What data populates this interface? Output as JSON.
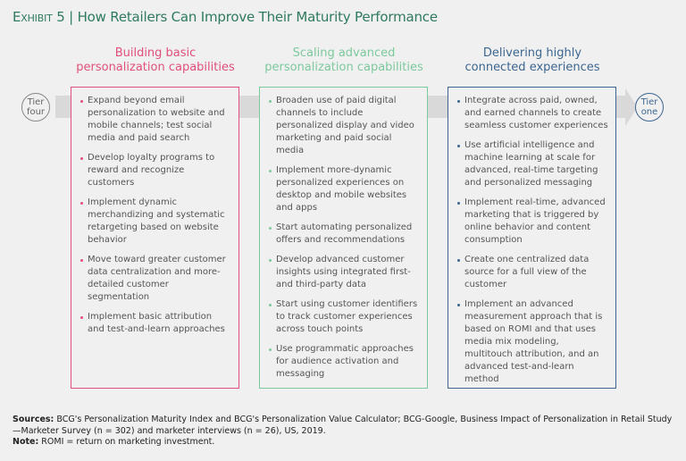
{
  "title": {
    "exhibit": "Exhibit 5",
    "separator": "|",
    "text": "How Retailers Can Improve Their Maturity Performance"
  },
  "tiers": {
    "start": [
      "Tier",
      "four"
    ],
    "end": [
      "Tier",
      "one"
    ]
  },
  "columns": [
    {
      "heading": [
        "Building basic",
        "personalization capabilities"
      ],
      "color": "#e0507a",
      "items": [
        "Expand beyond email personalization to website and mobile channels; test social media and paid search",
        "Develop loyalty programs to reward and recognize customers",
        "Implement dynamic merchandizing and systematic retargeting based on website behavior",
        "Move toward greater customer data centralization and more-detailed customer segmentation",
        "Implement basic attribution and test-and-learn approaches"
      ]
    },
    {
      "heading": [
        "Scaling advanced",
        "personalization capabilities"
      ],
      "color": "#7cc99c",
      "items": [
        "Broaden use of paid digital channels to include personalized display and video marketing and paid social media",
        "Implement more-dynamic personalized experiences on desktop and mobile websites and apps",
        "Start automating personalized offers and recommendations",
        "Develop advanced customer insights using integrated first- and third-party data",
        "Start using customer identifiers to track customer experiences across touch points",
        "Use programmatic approaches for audience activation and messaging"
      ]
    },
    {
      "heading": [
        "Delivering highly",
        "connected experiences"
      ],
      "color": "#3c6690",
      "items": [
        "Integrate across paid, owned, and earned channels to create seamless customer experiences",
        "Use artificial intelligence and machine learning at scale for advanced, real-time targeting and personalized messaging",
        "Implement real-time, advanced marketing that is triggered by online behavior and content consumption",
        "Create one centralized data source for a full view of the customer",
        "Implement an advanced measurement approach that is based on ROMI and that uses media mix modeling, multitouch attribution, and an advanced test-and-learn method"
      ]
    }
  ],
  "footer": {
    "sources_label": "Sources:",
    "sources": "BCG's Personalization Maturity Index and BCG's Personalization Value Calculator; BCG-Google, Business Impact of Personalization in Retail Study—Marketer Survey (n = 302) and marketer interviews (n = 26), US, 2019.",
    "note_label": "Note:",
    "note": "ROMI = return on marketing investment."
  }
}
